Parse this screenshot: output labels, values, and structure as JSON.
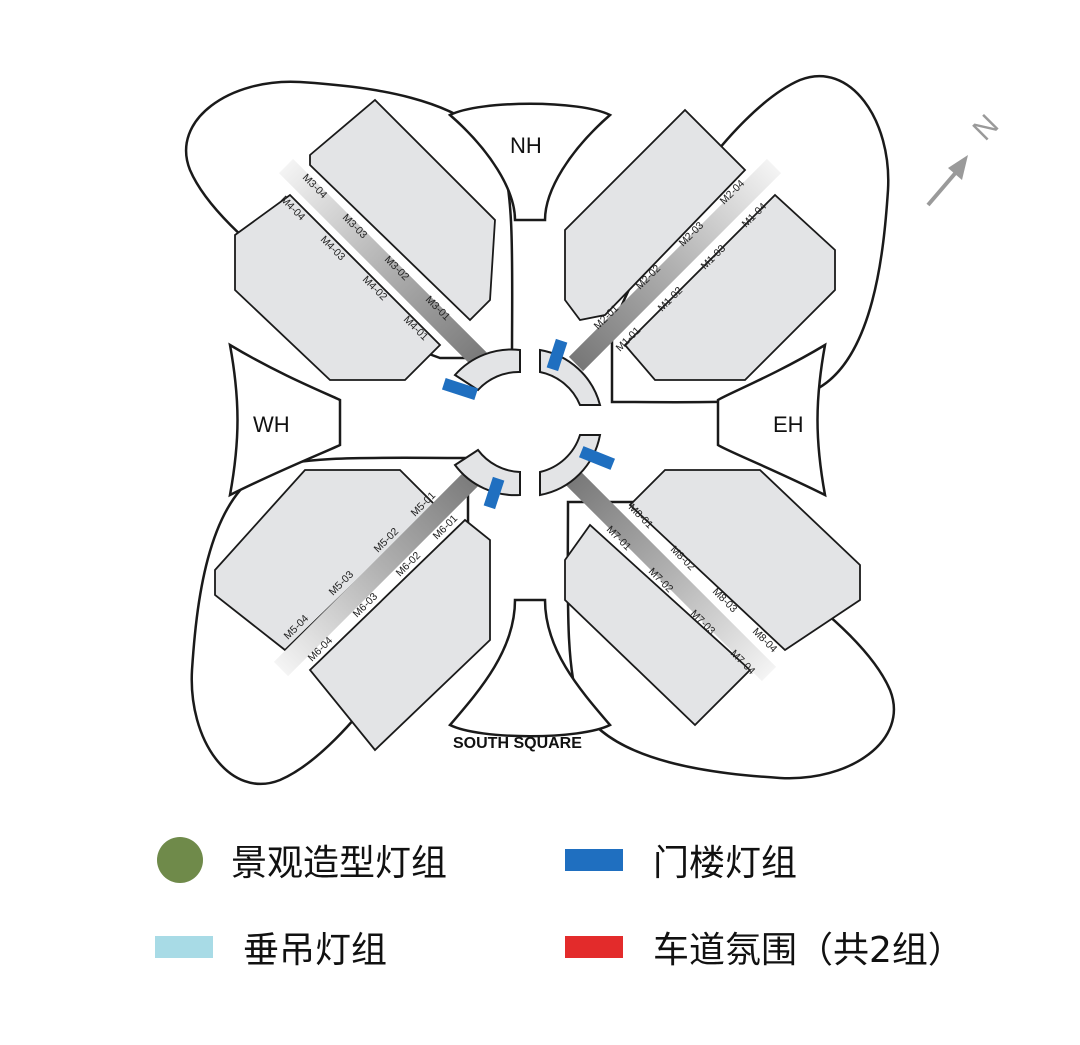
{
  "map": {
    "halls": {
      "north": "NH",
      "west": "WH",
      "east": "EH",
      "south": "SOUTH SQUARE"
    },
    "gate_labels_top_left": {
      "row_a": [
        "M3-04",
        "M3-03",
        "M3-02",
        "M3-01"
      ],
      "row_b": [
        "M4-04",
        "M4-03",
        "M4-02",
        "M4-01"
      ]
    },
    "gate_labels_top_right": {
      "row_a": [
        "M2-01",
        "M2-02",
        "M2-03",
        "M2-04"
      ],
      "row_b": [
        "M1-01",
        "M1-02",
        "M1-03",
        "M1-04"
      ]
    },
    "gate_labels_bottom_left": {
      "row_a": [
        "M5-04",
        "M5-03",
        "M5-02",
        "M5-01"
      ],
      "row_b": [
        "M6-04",
        "M6-03",
        "M6-02",
        "M6-01"
      ]
    },
    "gate_labels_bottom_right": {
      "row_a": [
        "M8-01",
        "M8-02",
        "M8-03",
        "M8-04"
      ],
      "row_b": [
        "M7-01",
        "M7-02",
        "M7-03",
        "M7-04"
      ]
    },
    "north_arrow": {
      "label": "N",
      "icon": "north-arrow-icon"
    }
  },
  "legend": [
    {
      "label": "景观造型灯组",
      "color": "#6f8a4a",
      "shape": "circle"
    },
    {
      "label": "门楼灯组",
      "color": "#1f6fc0",
      "shape": "rect"
    },
    {
      "label": "垂吊灯组",
      "color": "#a8dbe6",
      "shape": "rect"
    },
    {
      "label": "车道氛围（共2组）",
      "color": "#e32b2b",
      "shape": "rect"
    }
  ],
  "colors": {
    "hall_fill": "#e3e4e6",
    "outline": "#1a1a1a",
    "gate_marker": "#1f6fc0",
    "corridor": "#8d8d8d"
  }
}
